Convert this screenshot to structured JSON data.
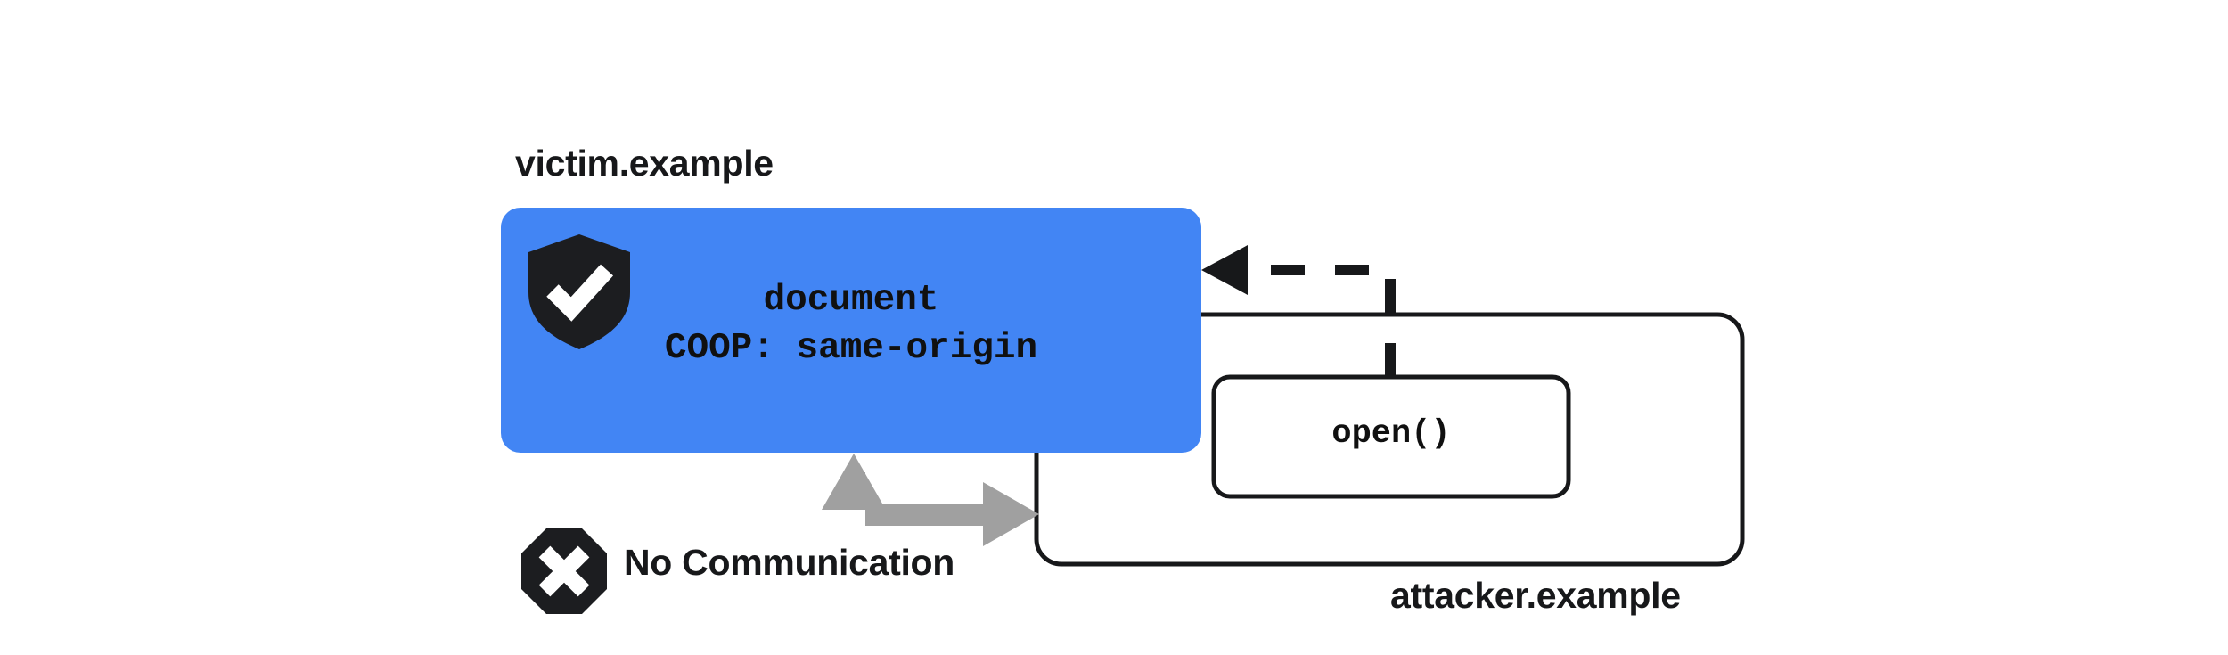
{
  "diagram": {
    "title": "COOP same-origin isolation diagram",
    "colors": {
      "victim_fill": "#4285F4",
      "stroke_dark": "#17181a",
      "no_comm_arrow": "#a0a0a0",
      "attacker_fill": "#ffffff",
      "page_background": "#ffffff",
      "icon_glyph": "#ffffff"
    },
    "victim": {
      "label": "victim.example",
      "shield_icon": "shield-check-icon",
      "lines": [
        "document",
        "COOP: same-origin"
      ],
      "document_text": "document",
      "coop_text": "COOP: same-origin"
    },
    "attacker": {
      "label": "attacker.example",
      "open_call": "open()"
    },
    "annotations": {
      "no_communication": {
        "label": "No Communication",
        "icon": "octagon-x-icon"
      },
      "open_arrow": {
        "style": "dashed",
        "direction": "attacker-to-victim"
      },
      "blocked_arrow": {
        "style": "solid-gray-double-headed",
        "direction": "bidirectional-blocked"
      }
    }
  }
}
